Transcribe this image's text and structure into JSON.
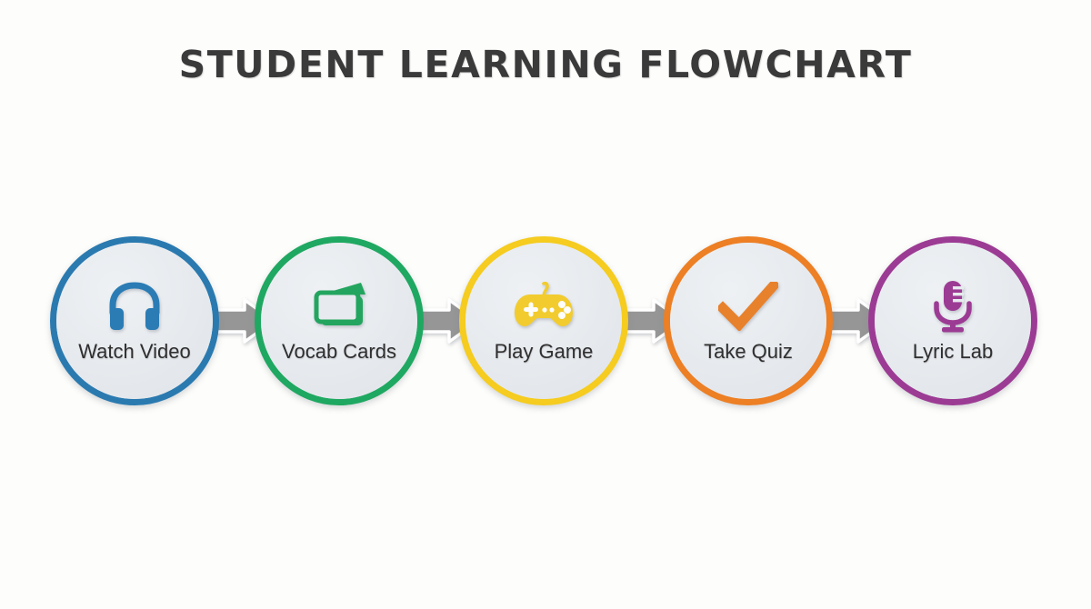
{
  "header": {
    "title": "STUDENT LEARNING FLOWCHART"
  },
  "theme": {
    "background": "#fdfdfb",
    "node_fill": "#e7eaee",
    "arrow_color": "#969696",
    "arrow_outline": "#ffffff",
    "label_color": "#2f2f2f",
    "title_color": "#3a3a3a"
  },
  "flow": {
    "node_count": 5,
    "arrow_count": 4,
    "nodes": [
      {
        "id": "watch-video",
        "label": "Watch Video",
        "icon": "headphones-icon",
        "ring_color": "#2a7ab0",
        "icon_color": "#2b7cb5",
        "step": 1
      },
      {
        "id": "vocab-cards",
        "label": "Vocab Cards",
        "icon": "cards-stack-icon",
        "ring_color": "#1fa861",
        "icon_color": "#23a55f",
        "step": 2
      },
      {
        "id": "play-game",
        "label": "Play Game",
        "icon": "gamepad-icon",
        "ring_color": "#f5cc1f",
        "icon_color": "#f2cc2e",
        "step": 3
      },
      {
        "id": "take-quiz",
        "label": "Take Quiz",
        "icon": "checkmark-icon",
        "ring_color": "#ed7f24",
        "icon_color": "#e8812c",
        "step": 4
      },
      {
        "id": "lyric-lab",
        "label": "Lyric Lab",
        "icon": "microphone-icon",
        "ring_color": "#9c3b94",
        "icon_color": "#9c3b94",
        "step": 5
      }
    ],
    "arrows": [
      {
        "id": "arrow-1",
        "from": "watch-video",
        "to": "vocab-cards",
        "icon": "arrow-right-icon"
      },
      {
        "id": "arrow-2",
        "from": "vocab-cards",
        "to": "play-game",
        "icon": "arrow-right-icon"
      },
      {
        "id": "arrow-3",
        "from": "play-game",
        "to": "take-quiz",
        "icon": "arrow-right-icon"
      },
      {
        "id": "arrow-4",
        "from": "take-quiz",
        "to": "lyric-lab",
        "icon": "arrow-right-icon"
      }
    ]
  }
}
